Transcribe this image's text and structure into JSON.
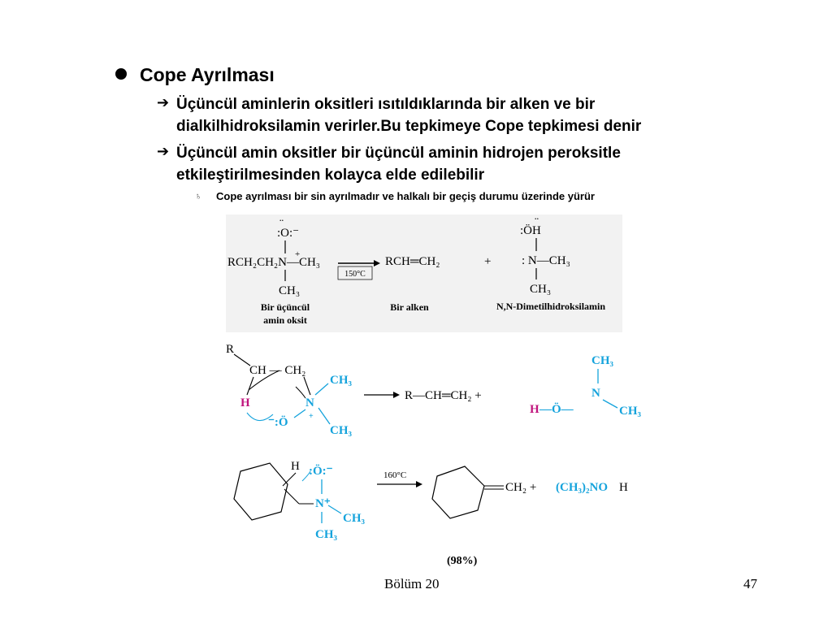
{
  "heading": "Cope Ayrılması",
  "points": [
    {
      "arrow": "➔",
      "lines": [
        "Üçüncül aminlerin oksitleri ısıtıldıklarında bir alken ve bir",
        "dialkilhidroksilamin verirler.Bu tepkimeye Cope tepkimesi denir"
      ]
    },
    {
      "arrow": "➔",
      "lines": [
        "Üçüncül amin oksitler bir üçüncül aminin hidrojen peroksitle",
        "etkileştirilmesinden kolayca elde edilebilir"
      ]
    }
  ],
  "subpoint": {
    "icon": "♄",
    "text": "Cope ayrılması bir sin ayrılmadır ve halkalı bir geçiş durumu üzerinde yürür"
  },
  "scheme1": {
    "reactant_formula": "RCH₂CH₂N—CH₃",
    "reactant_label": [
      "Bir üçüncül",
      "amin oksit"
    ],
    "condition": "150°C",
    "product1": "RCH═CH₂",
    "product1_label": "Bir alken",
    "plus": "+",
    "product2_label": "N,N-Dimetilhidroksilamin"
  },
  "scheme3": {
    "condition": "160°C",
    "yield": "(98%)"
  },
  "footer": {
    "chapter": "Bölüm 20",
    "page": "47"
  },
  "colors": {
    "accent_blue": "#15a3dc",
    "hydrogen_magenta": "#c0147d",
    "scheme_bg": "#f2f2f2"
  }
}
